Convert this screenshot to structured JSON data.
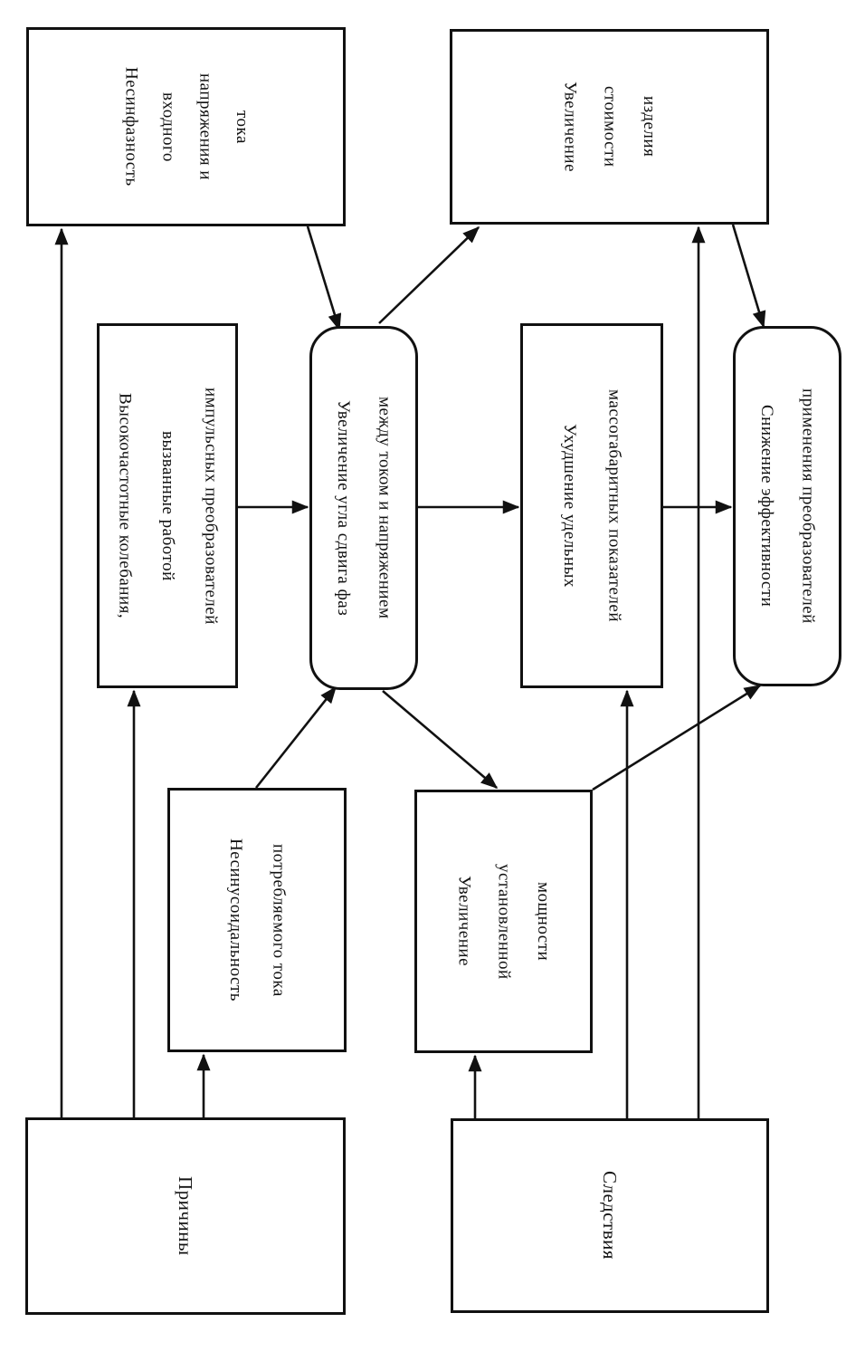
{
  "diagram": {
    "title_hidden": "",
    "background_color": "#ffffff",
    "line_color": "#111111",
    "nodes": {
      "nesinfaznost": {
        "label": "Несинфазность\nвходного\nнапряжения и\nтока",
        "shape": "rect"
      },
      "stoimost": {
        "label": "Увеличение\nстоимости\nизделия",
        "shape": "rect"
      },
      "kolebaniya": {
        "label": "Высокочастотные колебания,\nвызванные работой\nимпульсных преобразователей",
        "shape": "rect"
      },
      "ugol": {
        "label": "Увеличение угла сдвига фаз\nмежду током и напряжением",
        "shape": "rounded"
      },
      "massogabarit": {
        "label": "Ухудшение удельных\nмассогабаритных показателей",
        "shape": "rect"
      },
      "effektivnost": {
        "label": "Снижение эффективности\nприменения преобразователей",
        "shape": "rounded"
      },
      "nesinusoidalnost": {
        "label": "Несинусоидальность\nпотребляемого тока",
        "shape": "rect"
      },
      "moshchnost": {
        "label": "Увеличение\nустановленной\nмощности",
        "shape": "rect"
      },
      "prichiny": {
        "label": "Причины",
        "shape": "rect"
      },
      "sledstviya": {
        "label": "Следствия",
        "shape": "rect"
      }
    },
    "edges": [
      "Причины → Несинфазность входного напряжения и тока",
      "Причины → Высокочастотные колебания",
      "Причины → Несинусоидальность потребляемого тока",
      "Несинфазность → Увеличение угла сдвига фаз",
      "Высокочастотные колебания → Увеличение угла сдвига фаз",
      "Несинусоидальность → Увеличение угла сдвига фаз",
      "Увеличение угла сдвига фаз → Увеличение стоимости изделия",
      "Увеличение угла сдвига фаз → Ухудшение удельных массогабаритных показателей",
      "Увеличение угла сдвига фаз → Увеличение установленной мощности",
      "Ухудшение показателей → Снижение эффективности",
      "Увеличение стоимости → Снижение эффективности",
      "Увеличение установленной мощности → Снижение эффективности",
      "Следствия → Увеличение установленной мощности",
      "Следствия → Ухудшение удельных массогабаритных показателей",
      "Следствия → Увеличение стоимости изделия"
    ]
  }
}
